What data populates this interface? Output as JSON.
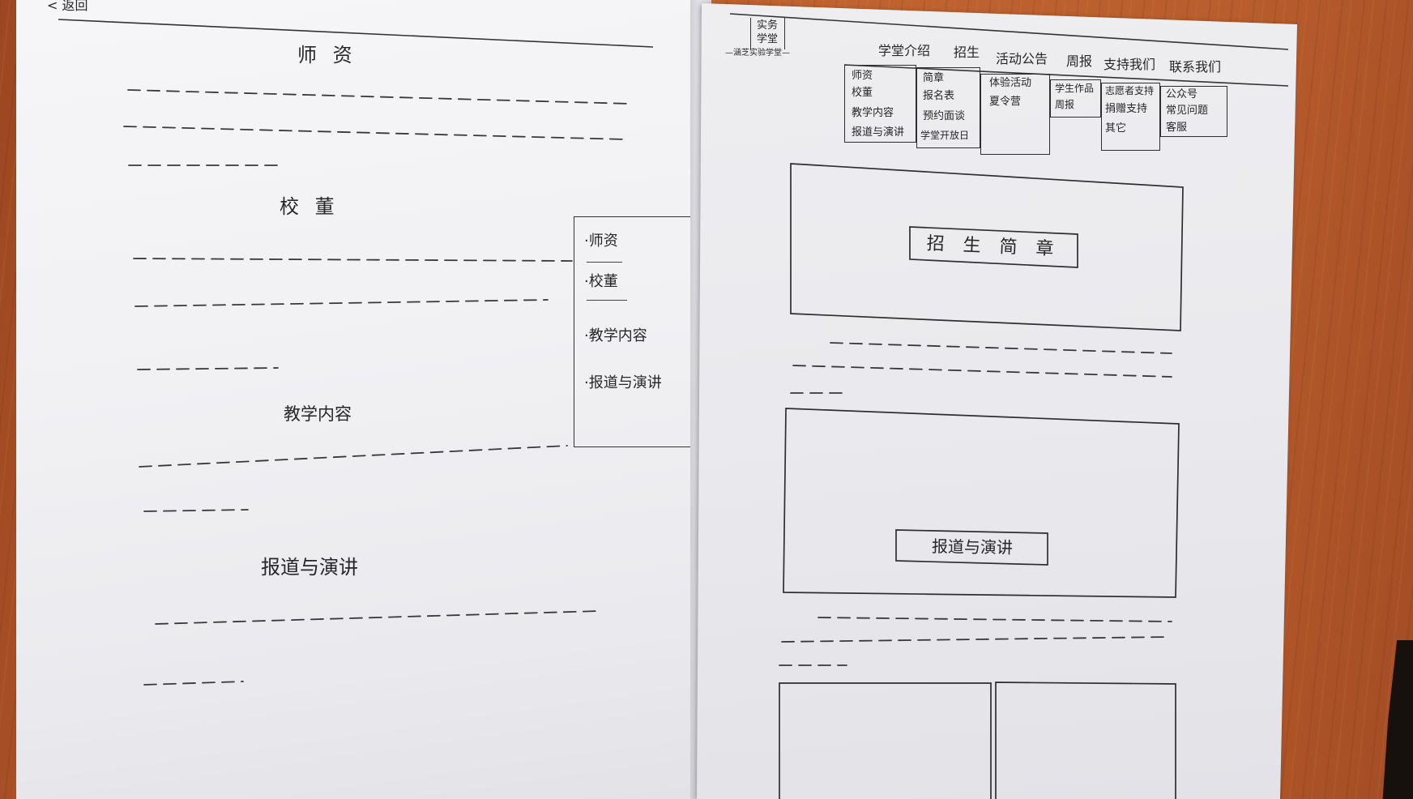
{
  "left_page": {
    "back_link": "< 返回",
    "sections": [
      "师 资",
      "校 董",
      "教学内容",
      "报道与演讲"
    ],
    "side_nav": [
      "·师资",
      "·校董",
      "·教学内容",
      "·报道与演讲"
    ]
  },
  "right_page": {
    "logo": {
      "line1": "实务",
      "line2": "学堂",
      "caption": "—涵芝实验学堂—"
    },
    "nav": [
      {
        "label": "学堂介绍",
        "submenu": [
          "师资",
          "校董",
          "教学内容",
          "报道与演讲"
        ]
      },
      {
        "label": "招生",
        "submenu": [
          "简章",
          "报名表",
          "预约面谈",
          "学堂开放日"
        ]
      },
      {
        "label": "活动公告",
        "submenu": [
          "体验活动",
          "夏令营"
        ]
      },
      {
        "label": "周报",
        "submenu": [
          "学生作品",
          "周报"
        ]
      },
      {
        "label": "支持我们",
        "submenu": [
          "志愿者支持",
          "捐赠支持",
          "其它"
        ]
      },
      {
        "label": "联系我们",
        "submenu": [
          "公众号",
          "常见问题",
          "客服"
        ]
      }
    ],
    "banners": [
      "招 生 简 章",
      "报道与演讲"
    ]
  },
  "colors": {
    "table_wood": "#b65a2c",
    "paper": "#f1f1f4",
    "ink": "#2a2a2e"
  }
}
